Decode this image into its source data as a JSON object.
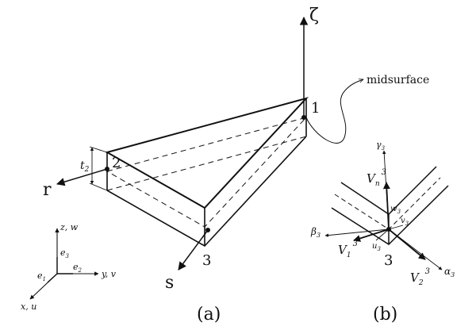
{
  "labels": {
    "zeta": "ζ",
    "midsurface": "midsurface",
    "node1": "1",
    "node2": "2",
    "node3": "3",
    "r": "r",
    "s": "s",
    "t2": "t",
    "t2_sub": "2",
    "panel_a": "(a)",
    "panel_b": "(b)"
  },
  "global_axes": {
    "z": "z, w",
    "y": "y, v",
    "x": "x, u",
    "e3": "e",
    "e3_sub": "3",
    "e2": "e",
    "e2_sub": "2",
    "e1": "e",
    "e1_sub": "1"
  },
  "detail_b": {
    "gamma": "γ",
    "gamma_sub": "3",
    "vn": "V",
    "vn_sub": "n",
    "vn_sup": "3",
    "w": "w",
    "w_sub": "3",
    "v": "v",
    "v_sub": "3",
    "u": "u",
    "u_sub": "3",
    "beta": "β",
    "beta_sub": "3",
    "v1": "V",
    "v1_sub": "1",
    "v1_sup": "3",
    "v2": "V",
    "v2_sub": "2",
    "v2_sup": "3",
    "alpha": "α",
    "alpha_sub": "3",
    "node3": "3"
  }
}
